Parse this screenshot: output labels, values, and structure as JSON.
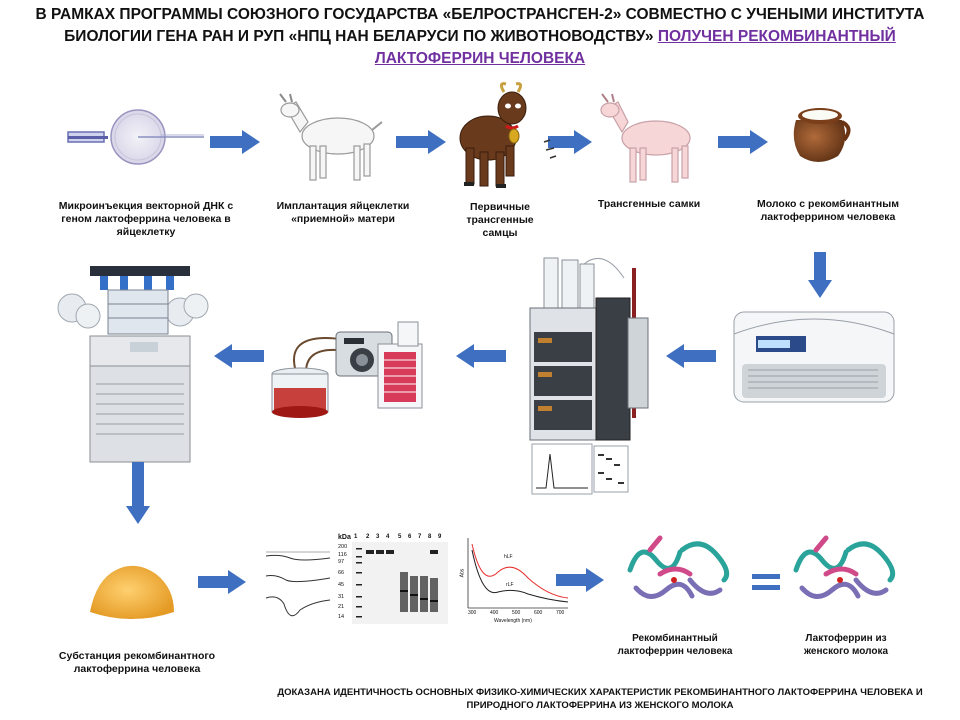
{
  "title": {
    "line1": "В РАМКАХ ПРОГРАММЫ СОЮЗНОГО ГОСУДАРСТВА «БЕЛРОСТРАНСГЕН-2» СОВМЕСТНО С УЧЕНЫМИ ИНСТИТУТА",
    "line2": "БИОЛОГИИ ГЕНА РАН И РУП «НПЦ НАН БЕЛАРУСИ ПО ЖИВОТНОВОДСТВУ»",
    "line2_highlight": "ПОЛУЧЕН РЕКОМБИНАНТНЫЙ",
    "line3_highlight": "ЛАКТОФЕРРИН ЧЕЛОВЕКА"
  },
  "steps": {
    "microinjection": "Микроинъекция векторной ДНК с геном лактоферрина человека в яйцеклетку",
    "implantation": "Имплантация яйцеклетки «приемной» матери",
    "males": "Первичные трансгенные самцы",
    "females": "Трансгенные самки",
    "milk": "Молоко с рекомбинантным лактоферрином человека",
    "substance": "Субстанция рекомбинантного лактоферрина человека",
    "recombinant_lf": "Рекомбинантный лактоферрин человека",
    "human_lf": "Лактоферрин из женского молока"
  },
  "gel": {
    "kda": "kDa",
    "lanes": [
      "1",
      "2",
      "3",
      "4",
      "5",
      "6",
      "7",
      "8",
      "9"
    ],
    "markers": [
      "200",
      "116",
      "97",
      "66",
      "45",
      "31",
      "21",
      "14"
    ]
  },
  "spectrum": {
    "xlabel": "Wavelength (nm)",
    "ylabel": "Abs",
    "curve_a": "hLF",
    "curve_b": "rLF",
    "xticks": [
      "300",
      "400",
      "500",
      "600",
      "700"
    ]
  },
  "footer": {
    "line1": "ДОКАЗАНА ИДЕНТИЧНОСТЬ ОСНОВНЫХ ФИЗИКО-ХИМИЧЕСКИХ ХАРАКТЕРИСТИК РЕКОМБИНАНТНОГО ЛАКТОФЕРРИНА ЧЕЛОВЕКА И",
    "line2": "ПРИРОДНОГО ЛАКТОФЕРРИНА ИЗ ЖЕНСКОГО МОЛОКА"
  },
  "colors": {
    "arrow": "#3f6fc0",
    "highlight": "#7030a0",
    "goat_brown": "#6a3a1c",
    "goat_pink": "#f7d6d8",
    "powder": "#f2b544",
    "protein_teal": "#2aa39a",
    "protein_purple": "#7a6fb4"
  }
}
